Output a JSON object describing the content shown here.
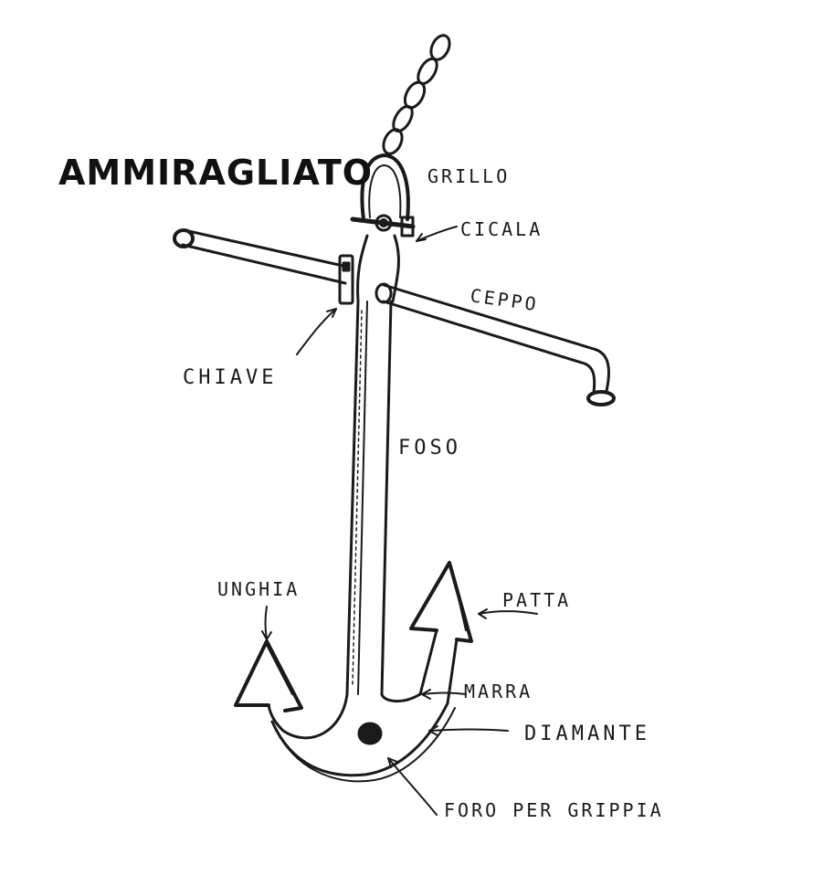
{
  "diagram": {
    "title": "AMMIRAGLIATO",
    "labels": {
      "grillo": "GRILLO",
      "cicala": "CICALA",
      "ceppo": "CEPPO",
      "chiave": "CHIAVE",
      "foso": "FOSO",
      "unghia": "UNGHIA",
      "patta": "PATTA",
      "marra": "MARRA",
      "diamante": "DIAMANTE",
      "foro_per_grippia": "FORO PER GRIPPIA"
    },
    "colors": {
      "ink": "#1a1a1a",
      "paper": "#ffffff"
    }
  }
}
